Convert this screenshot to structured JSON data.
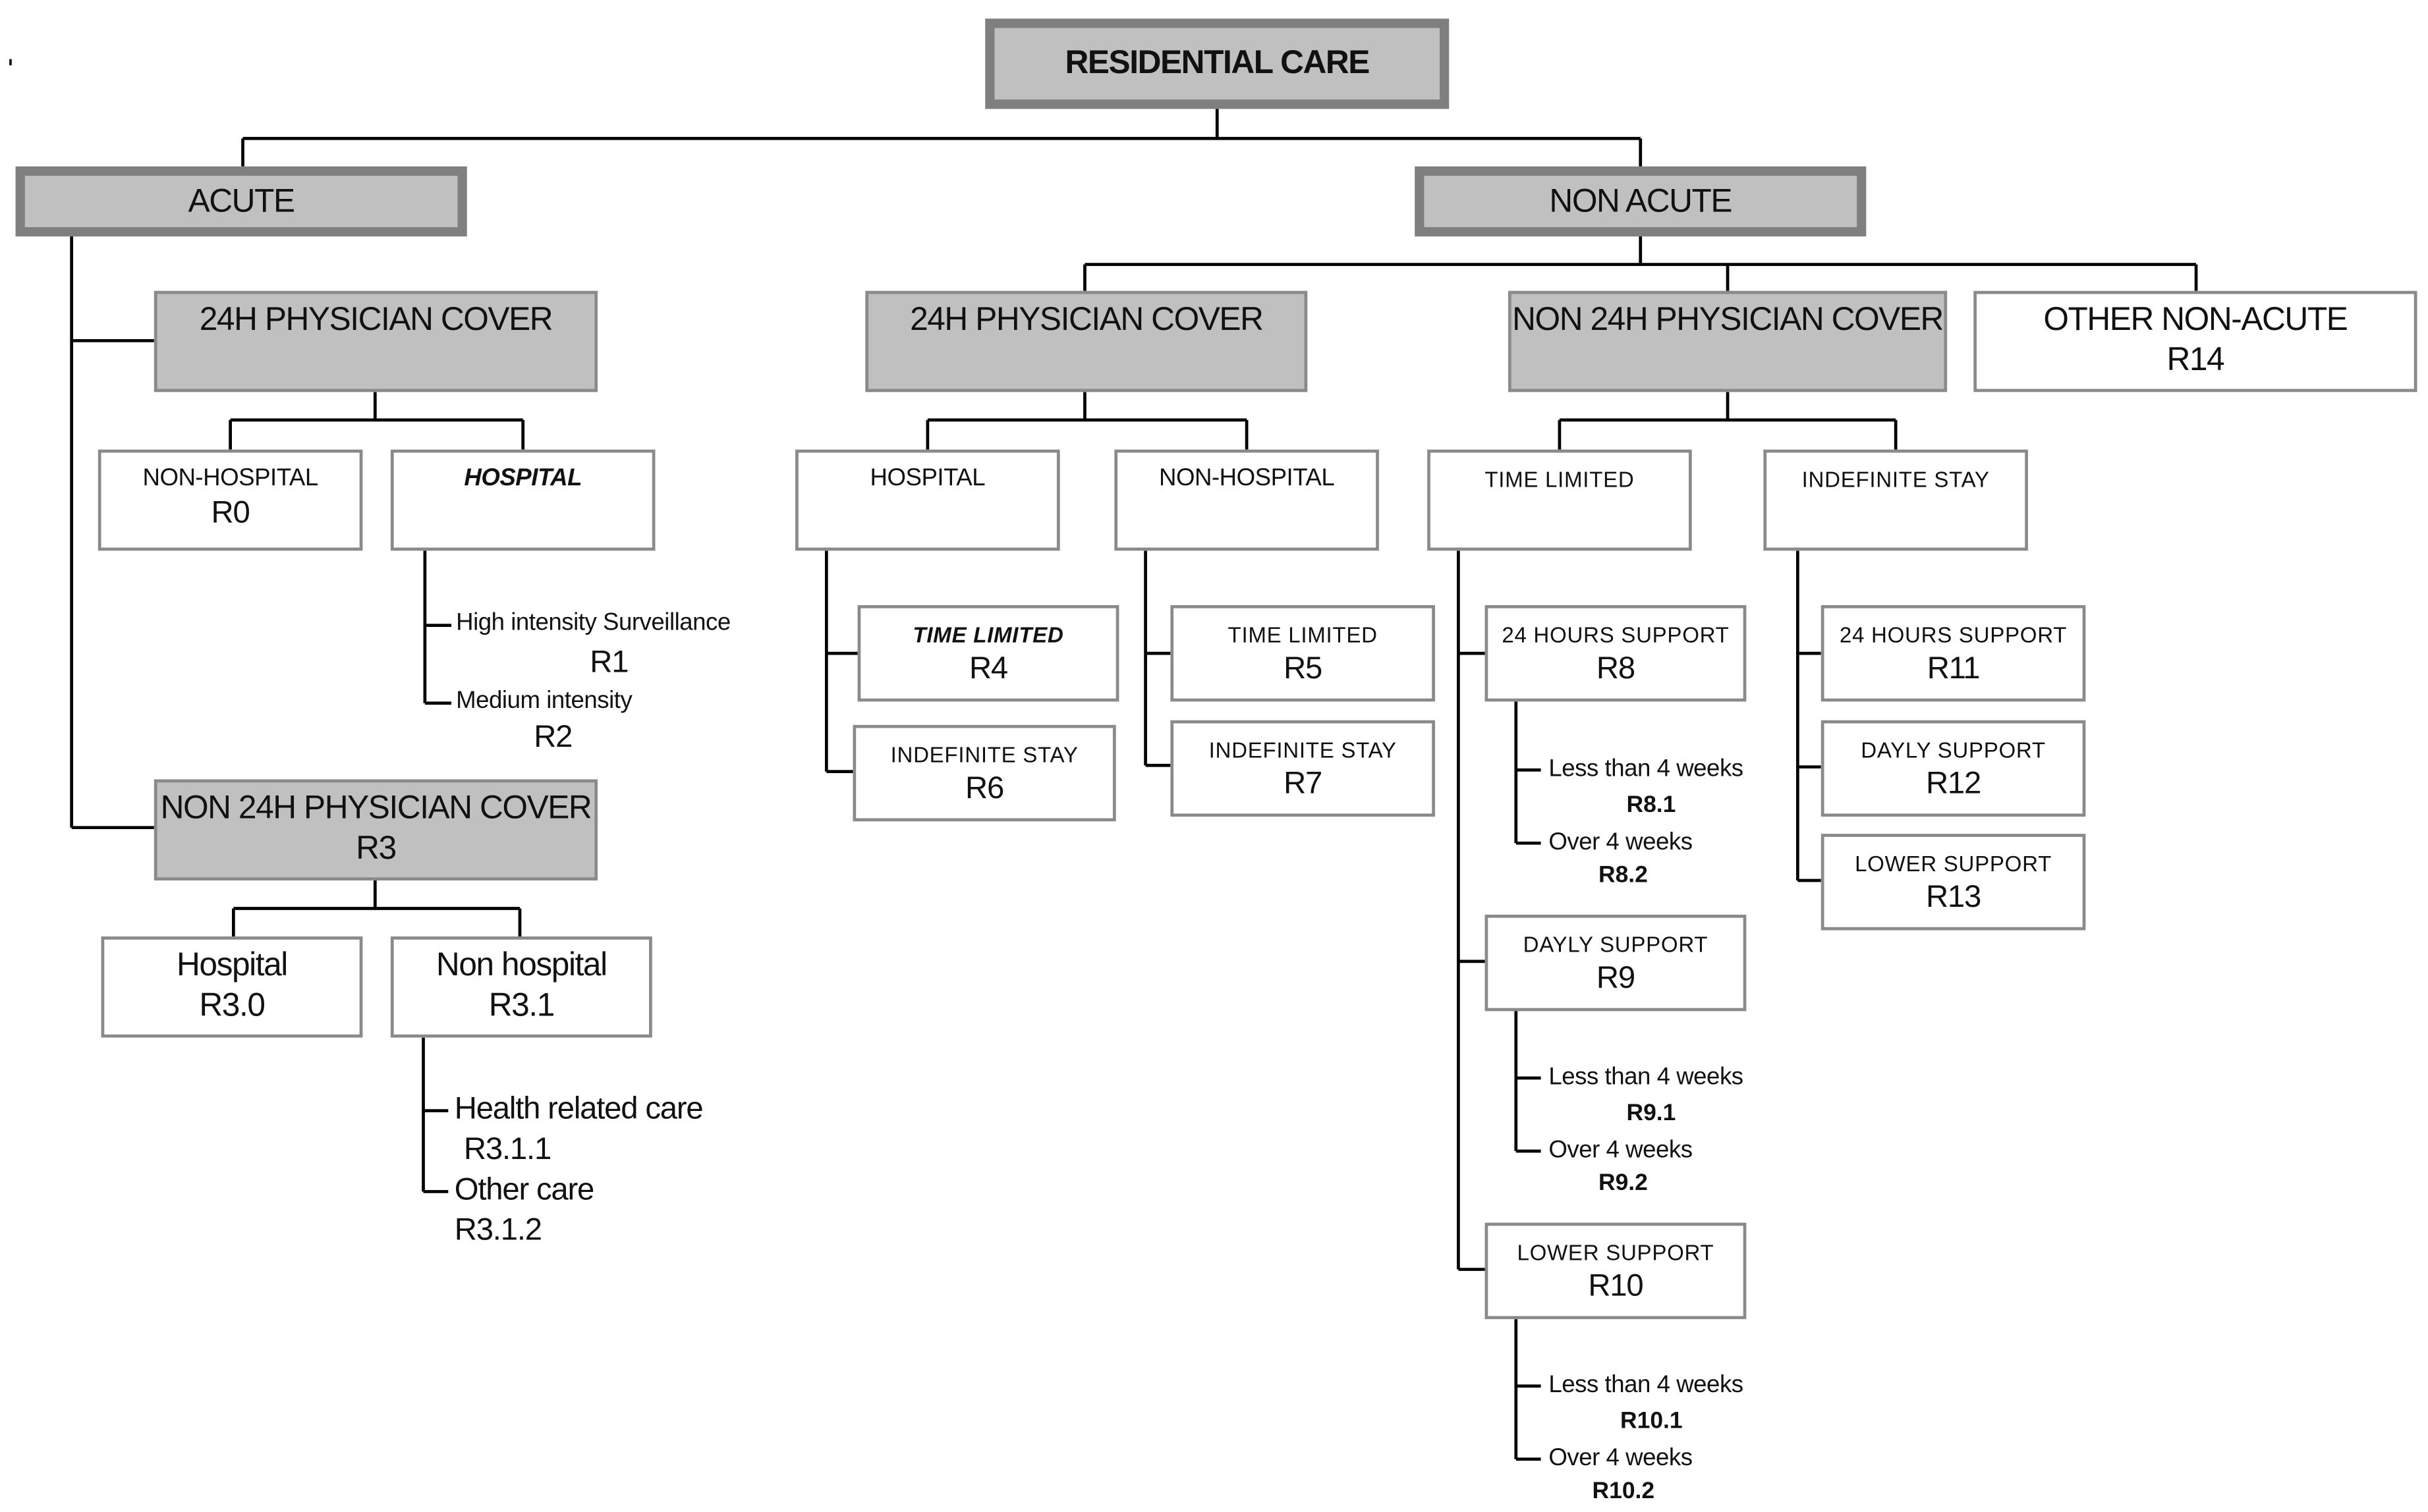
{
  "root": {
    "label": "RESIDENTIAL CARE"
  },
  "acute": {
    "label": "ACUTE",
    "physician_24h": {
      "label": "24H PHYSICIAN COVER",
      "non_hospital": {
        "label": "NON-HOSPITAL",
        "code": "R0"
      },
      "hospital": {
        "label": "HOSPITAL",
        "items": [
          {
            "label": "High intensity Surveillance",
            "code": "R1"
          },
          {
            "label": "Medium intensity",
            "code": "R2"
          }
        ]
      }
    },
    "non_physician_24h": {
      "label": "NON 24H PHYSICIAN COVER",
      "code": "R3",
      "hospital": {
        "label": "Hospital",
        "code": "R3.0"
      },
      "non_hospital": {
        "label": "Non hospital",
        "code": "R3.1",
        "items": [
          {
            "label": "Health related care",
            "code": "R3.1.1"
          },
          {
            "label": "Other care",
            "code": "R3.1.2"
          }
        ]
      }
    }
  },
  "non_acute": {
    "label": "NON ACUTE",
    "physician_24h": {
      "label": "24H PHYSICIAN COVER",
      "hospital": {
        "label": "HOSPITAL",
        "time_limited": {
          "label": "TIME LIMITED",
          "code": "R4"
        },
        "indefinite": {
          "label": "INDEFINITE STAY",
          "code": "R6"
        }
      },
      "non_hospital": {
        "label": "NON-HOSPITAL",
        "time_limited": {
          "label": "TIME LIMITED",
          "code": "R5"
        },
        "indefinite": {
          "label": "INDEFINITE STAY",
          "code": "R7"
        }
      }
    },
    "non_physician_24h": {
      "label": "NON 24H PHYSICIAN COVER",
      "time_limited": {
        "label": "TIME LIMITED",
        "supports": [
          {
            "label": "24 HOURS SUPPORT",
            "code": "R8",
            "items": [
              {
                "label": "Less than 4 weeks",
                "code": "R8.1"
              },
              {
                "label": "Over 4 weeks",
                "code": "R8.2"
              }
            ]
          },
          {
            "label": "DAYLY SUPPORT",
            "code": "R9",
            "items": [
              {
                "label": "Less than 4 weeks",
                "code": "R9.1"
              },
              {
                "label": "Over 4 weeks",
                "code": "R9.2"
              }
            ]
          },
          {
            "label": "LOWER SUPPORT",
            "code": "R10",
            "items": [
              {
                "label": "Less than 4 weeks",
                "code": "R10.1"
              },
              {
                "label": "Over 4 weeks",
                "code": "R10.2"
              }
            ]
          }
        ]
      },
      "indefinite": {
        "label": "INDEFINITE STAY",
        "supports": [
          {
            "label": "24 HOURS SUPPORT",
            "code": "R11"
          },
          {
            "label": "DAYLY SUPPORT",
            "code": "R12"
          },
          {
            "label": "LOWER SUPPORT",
            "code": "R13"
          }
        ]
      }
    },
    "other": {
      "label": "OTHER NON-ACUTE",
      "code": "R14"
    }
  },
  "colors": {
    "box_fill": "#c0c0c0",
    "box_border": "#7f7f7f",
    "line": "#000000"
  }
}
